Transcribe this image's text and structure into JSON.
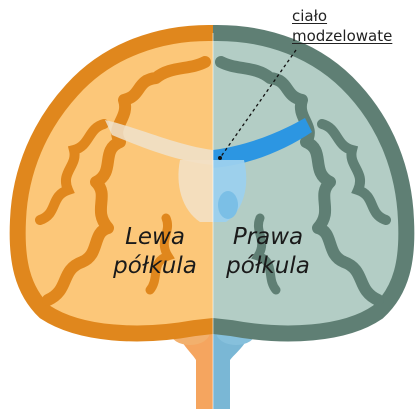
{
  "labels": {
    "left_hemisphere_line1": "Lewa",
    "left_hemisphere_line2": "półkula",
    "right_hemisphere_line1": "Prawa",
    "right_hemisphere_line2": "półkula",
    "callout_line1": "ciało",
    "callout_line2": "modzelowate"
  },
  "colors": {
    "left_hemisphere": "#f6a93b",
    "left_hemisphere_light": "#fcc779",
    "left_cortex_outline": "#e0871d",
    "right_hemisphere": "#8eaaa0",
    "right_hemisphere_light": "#b3cdc5",
    "right_cortex_outline": "#5f7f74",
    "corpus_callosum_highlight": "#2c96e2",
    "brainstem_left": "#f5a55f",
    "brainstem_right": "#7ab7d5"
  }
}
